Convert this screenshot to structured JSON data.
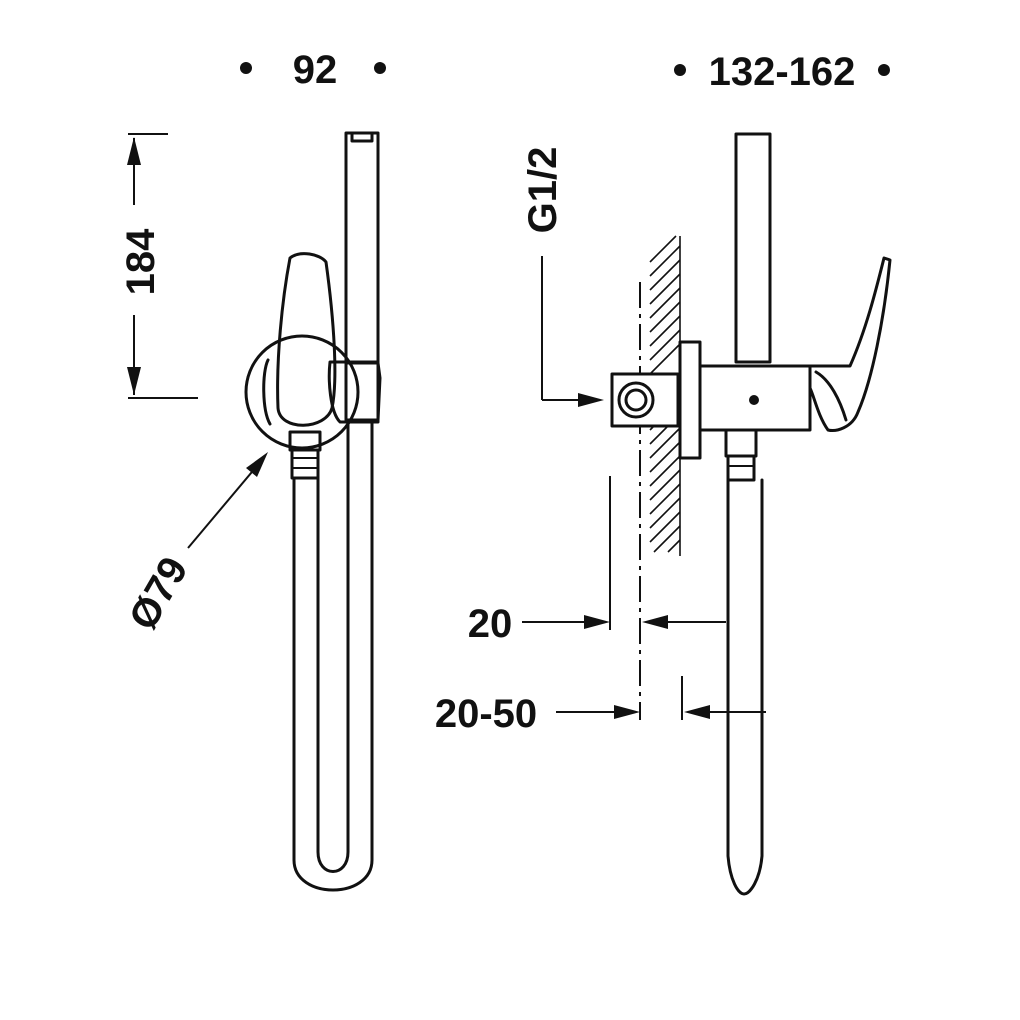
{
  "dimensions": {
    "width_front": "92",
    "height": "184",
    "rosette_diameter": "Ø79",
    "projection_side": "132-162",
    "connection": "G1/2",
    "wall_offset": "20",
    "adjust_range": "20-50"
  },
  "colors": {
    "line": "#111111",
    "background": "#ffffff"
  }
}
